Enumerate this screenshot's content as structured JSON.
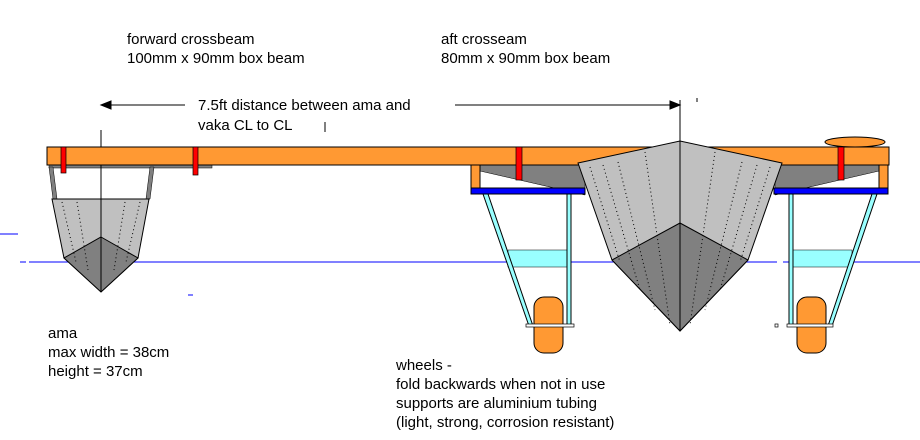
{
  "labels": {
    "forward": {
      "title": "forward crossbeam",
      "spec": "100mm x 90mm box beam"
    },
    "aft": {
      "title": "aft crosseam",
      "spec": "80mm x 90mm box beam"
    },
    "distance": {
      "line1": "7.5ft distance between ama and",
      "line2": "vaka CL to CL"
    },
    "ama": {
      "title": "ama",
      "width": "max width = 38cm",
      "height": "height = 37cm"
    },
    "wheels": {
      "line1": "wheels -",
      "line2": "fold backwards when not in use",
      "line3": "supports are aluminium tubing",
      "line4": "(light, strong, corrosion resistant)"
    }
  },
  "colors": {
    "beam": "#FF9933",
    "bolt": "#FF0000",
    "hull_light": "#C0C0C0",
    "hull_dark": "#808080",
    "waterline": "#0000FF",
    "support": "#99FFFF",
    "mount_bar": "#0000FF"
  }
}
